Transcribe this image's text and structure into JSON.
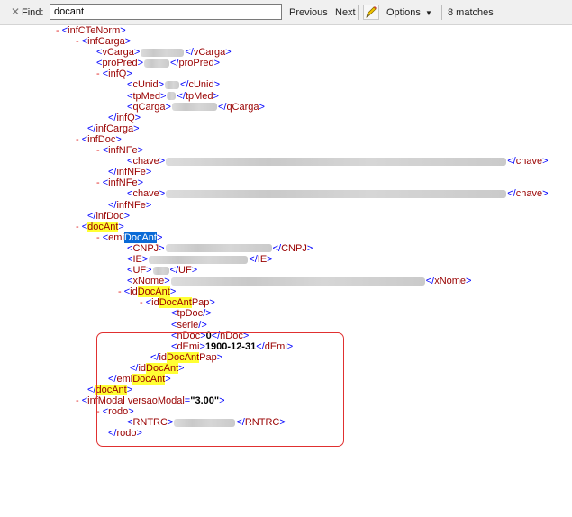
{
  "findbar": {
    "close_icon": "close-icon",
    "label": "Find:",
    "query": "docant",
    "previous": "Previous",
    "next": "Next",
    "highlight_icon": "pencil-icon",
    "options": "Options",
    "options_arrow": "▼",
    "matches": "8 matches"
  },
  "xml": {
    "infCteNorm": "infCTeNorm",
    "infCarga": "infCarga",
    "vCarga": "vCarga",
    "proPred": "proPred",
    "infQ": "infQ",
    "cUnid": "cUnid",
    "tpMed": "tpMed",
    "qCarga": "qCarga",
    "infDoc": "infDoc",
    "infNFe": "infNFe",
    "chave": "chave",
    "docAnt": "docAnt",
    "emi_prefix": "emi",
    "docAnt_word": "DocAnt",
    "CNPJ": "CNPJ",
    "IE": "IE",
    "UF": "UF",
    "xNome": "xNome",
    "id_prefix": "id",
    "pap_suffix": "Pap",
    "tpDoc": "tpDoc",
    "serie": "serie",
    "nDoc": "nDoc",
    "nDoc_value": "0",
    "dEmi": "dEmi",
    "dEmi_value": "1900-12-31",
    "infModal": "infModal",
    "versaoModal_attr": "versaoModal",
    "versaoModal_value": "\"3.00\"",
    "rodo": "rodo",
    "RNTRC": "RNTRC"
  },
  "colors": {
    "markup": "#0000ff",
    "element": "#990000",
    "expander": "#e02020",
    "highlight": "#ffff33",
    "current_match": "#0a6ad6",
    "annotation": "#e03030"
  }
}
